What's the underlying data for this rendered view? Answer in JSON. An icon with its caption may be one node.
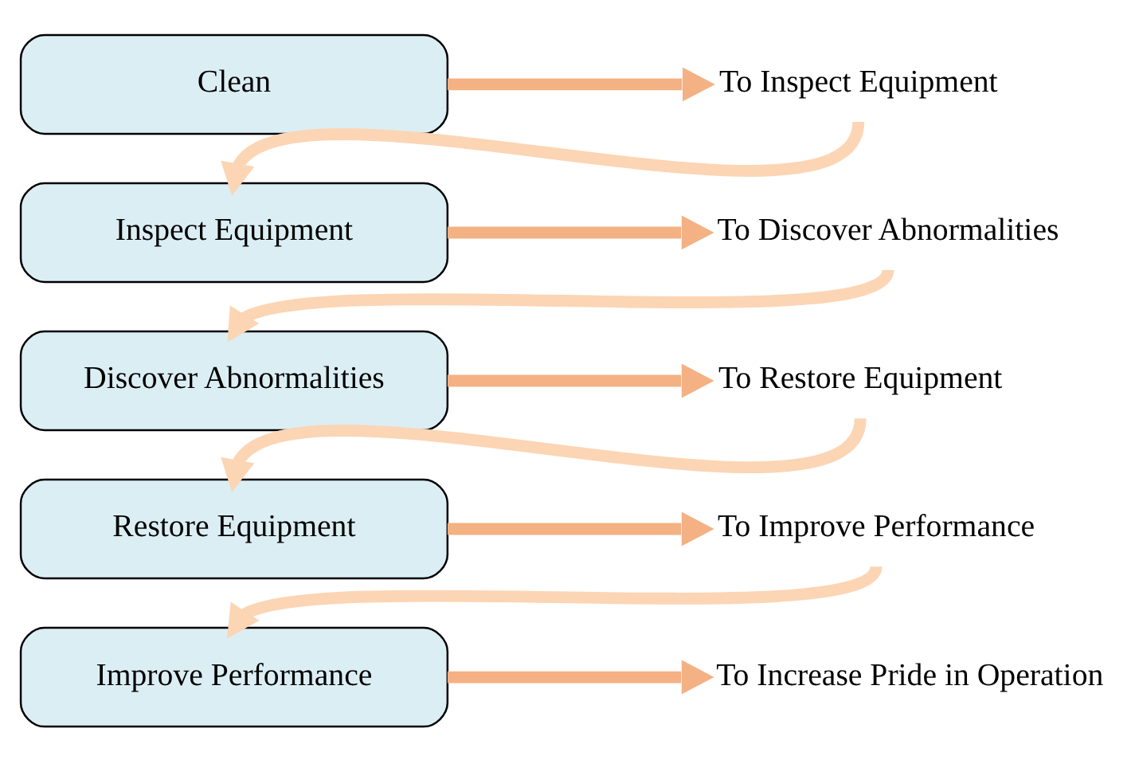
{
  "diagram": {
    "nodes": [
      {
        "text": [
          "Clean"
        ]
      },
      {
        "text": [
          "To Inspect Equipment"
        ]
      },
      {
        "text": [
          "Inspect Equipment"
        ]
      },
      {
        "text": [
          "To Discover Abnormalities"
        ]
      },
      {
        "text": [
          "Discover Abnormalities"
        ]
      },
      {
        "text": [
          "To Restore Equipment"
        ]
      },
      {
        "text": [
          "Restore Equipment"
        ]
      },
      {
        "text": [
          "To Improve Performance"
        ]
      },
      {
        "text": [
          "Improve Performance"
        ]
      },
      {
        "text": [
          "To Increase Pride in Operation"
        ]
      }
    ],
    "edges": [
      {
        "from": 0,
        "to": 1,
        "arrow": "to"
      },
      {
        "from": 1,
        "to": 2,
        "arrow": "to",
        "color": "#fcd5b4"
      },
      {
        "from": 2,
        "to": 3,
        "arrow": "to"
      },
      {
        "from": 3,
        "to": 4,
        "arrow": "to",
        "color": "#fcd5b4"
      },
      {
        "from": 4,
        "to": 5,
        "arrow": "to"
      },
      {
        "from": 5,
        "to": 6,
        "arrow": "to",
        "color": "#fcd5b4"
      },
      {
        "from": 6,
        "to": 7,
        "arrow": "to"
      },
      {
        "from": 7,
        "to": 8,
        "arrow": "to",
        "color": "#fcd5b4"
      },
      {
        "from": 8,
        "to": 9,
        "arrow": "to"
      }
    ]
  }
}
